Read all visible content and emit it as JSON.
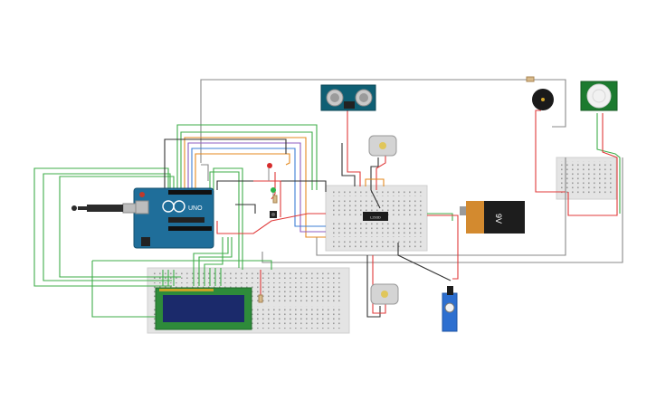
{
  "arduino": {
    "model": "UNO",
    "brand": "ARDUINO"
  },
  "battery": {
    "label": "9V"
  },
  "motor_driver": {
    "label": "L293D"
  },
  "icons": {
    "arduino": "arduino-board-icon",
    "ultrasonic": "ultrasonic-sensor-icon",
    "pir": "pir-sensor-icon",
    "buzzer": "buzzer-icon",
    "motor": "dc-motor-icon",
    "servo": "servo-motor-icon",
    "lcd": "lcd-display-icon",
    "battery": "battery-icon",
    "usb": "usb-cable-icon"
  },
  "colors": {
    "arduino_blue": "#1f6e9a",
    "sensor_blue": "#0f5f74",
    "pir_green": "#1c7a2f",
    "lcd_screen": "#1b2a6b",
    "battery_orange": "#d38a2f",
    "wire_green": "#3fae4a",
    "wire_red": "#e03a3a",
    "wire_black": "#333333",
    "wire_gray": "#888888",
    "wire_orange": "#e58a1f",
    "wire_purple": "#8e5cc0",
    "wire_blue": "#3d7fd6"
  }
}
